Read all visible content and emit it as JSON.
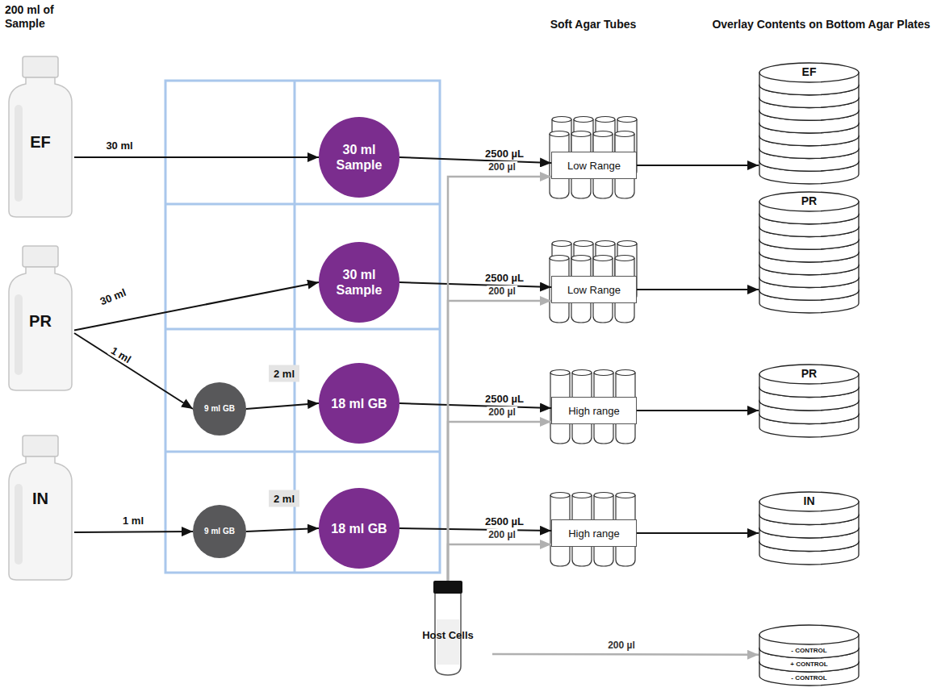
{
  "diagram": {
    "nodes": [
      {
        "text": [
          "EF"
        ]
      },
      {
        "text": [
          "PR"
        ]
      },
      {
        "text": [
          "IN"
        ]
      },
      {
        "text": [
          "30 ml Sample"
        ]
      },
      {
        "text": [
          "30 ml Sample"
        ]
      },
      {
        "text": [
          "9 ml GB"
        ]
      },
      {
        "text": [
          "18 ml GB"
        ]
      },
      {
        "text": [
          "9 ml GB"
        ]
      },
      {
        "text": [
          "18 ml GB"
        ]
      },
      {
        "text": [
          "Low Range"
        ]
      },
      {
        "text": [
          "Low Range"
        ]
      },
      {
        "text": [
          "High range"
        ]
      },
      {
        "text": [
          "High range"
        ]
      },
      {
        "text": [
          "EF"
        ]
      },
      {
        "text": [
          "PR"
        ]
      },
      {
        "text": [
          "PR"
        ]
      },
      {
        "text": [
          "IN"
        ]
      },
      {
        "text": [
          "Host Cells"
        ]
      },
      {
        "text": [
          "- CONTROL",
          "+ CONTROL",
          "- CONTROL"
        ]
      }
    ],
    "edges": [
      {
        "from": 0,
        "to": 3,
        "arrow": "to",
        "label": "30 ml"
      },
      {
        "from": 1,
        "to": 4,
        "arrow": "to",
        "label": "30 ml"
      },
      {
        "from": 1,
        "to": 5,
        "arrow": "to",
        "label": "1 ml"
      },
      {
        "from": 5,
        "to": 6,
        "arrow": "to",
        "label": "2 ml"
      },
      {
        "from": 2,
        "to": 7,
        "arrow": "to",
        "label": "1 ml"
      },
      {
        "from": 7,
        "to": 8,
        "arrow": "to",
        "label": "2 ml"
      },
      {
        "from": 3,
        "to": 9,
        "arrow": "to",
        "label": "2500 µL"
      },
      {
        "from": 4,
        "to": 10,
        "arrow": "to",
        "label": "2500 µL"
      },
      {
        "from": 6,
        "to": 11,
        "arrow": "to",
        "label": "2500 µL"
      },
      {
        "from": 8,
        "to": 12,
        "arrow": "to",
        "label": "2500 µL"
      },
      {
        "from": 17,
        "to": 9,
        "arrow": "to",
        "label": "200 µl"
      },
      {
        "from": 17,
        "to": 10,
        "arrow": "to",
        "label": "200 µl"
      },
      {
        "from": 17,
        "to": 11,
        "arrow": "to",
        "label": "200 µl"
      },
      {
        "from": 17,
        "to": 12,
        "arrow": "to",
        "label": "200 µl"
      },
      {
        "from": 17,
        "to": 18,
        "arrow": "to",
        "label": "200 µl"
      },
      {
        "from": 9,
        "to": 13,
        "arrow": "to"
      },
      {
        "from": 10,
        "to": 14,
        "arrow": "to"
      },
      {
        "from": 11,
        "to": 15,
        "arrow": "to"
      },
      {
        "from": 12,
        "to": 16,
        "arrow": "to"
      }
    ],
    "labels": [
      "200 ml of Sample",
      "Soft Agar Tubes",
      "Overlay Contents on Bottom Agar Plates"
    ]
  }
}
